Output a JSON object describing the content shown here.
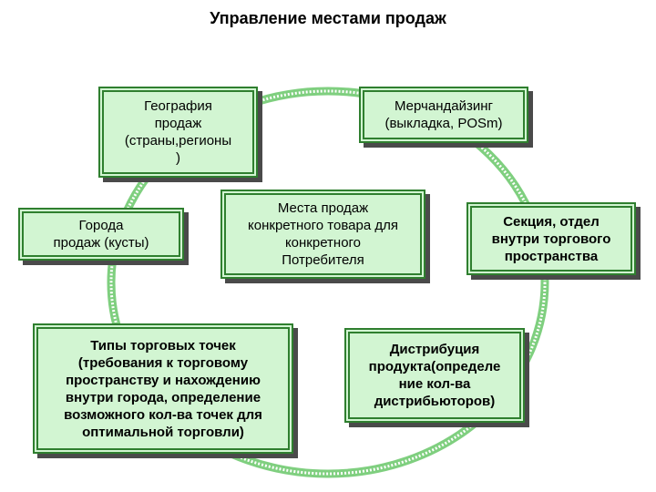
{
  "title": "Управление местами продаж",
  "colors": {
    "box_fill": "#d2f5d2",
    "box_border": "#2f7f2f",
    "ring": "#7fcf7f",
    "shadow": "#4a4a4a"
  },
  "nodes": {
    "geography": "География\nпродаж\n(страны,регионы\n)",
    "merchandising": "Мерчандайзинг\n(выкладка, POSm)",
    "cities": "Города\nпродаж (кусты)",
    "center": "Места продаж\nконкретного товара для\nконкретного\nПотребителя",
    "section": "Секция, отдел\nвнутри торгового\nпространства",
    "outlet_types": "Типы торговых точек\n(требования к торговому\nпространству и нахождению\nвнутри города, определение\nвозможного кол-ва точек для\nоптимальной торговли)",
    "distribution": "Дистрибуция\nпродукта(определе\nние кол-ва\nдистрибьюторов)"
  }
}
